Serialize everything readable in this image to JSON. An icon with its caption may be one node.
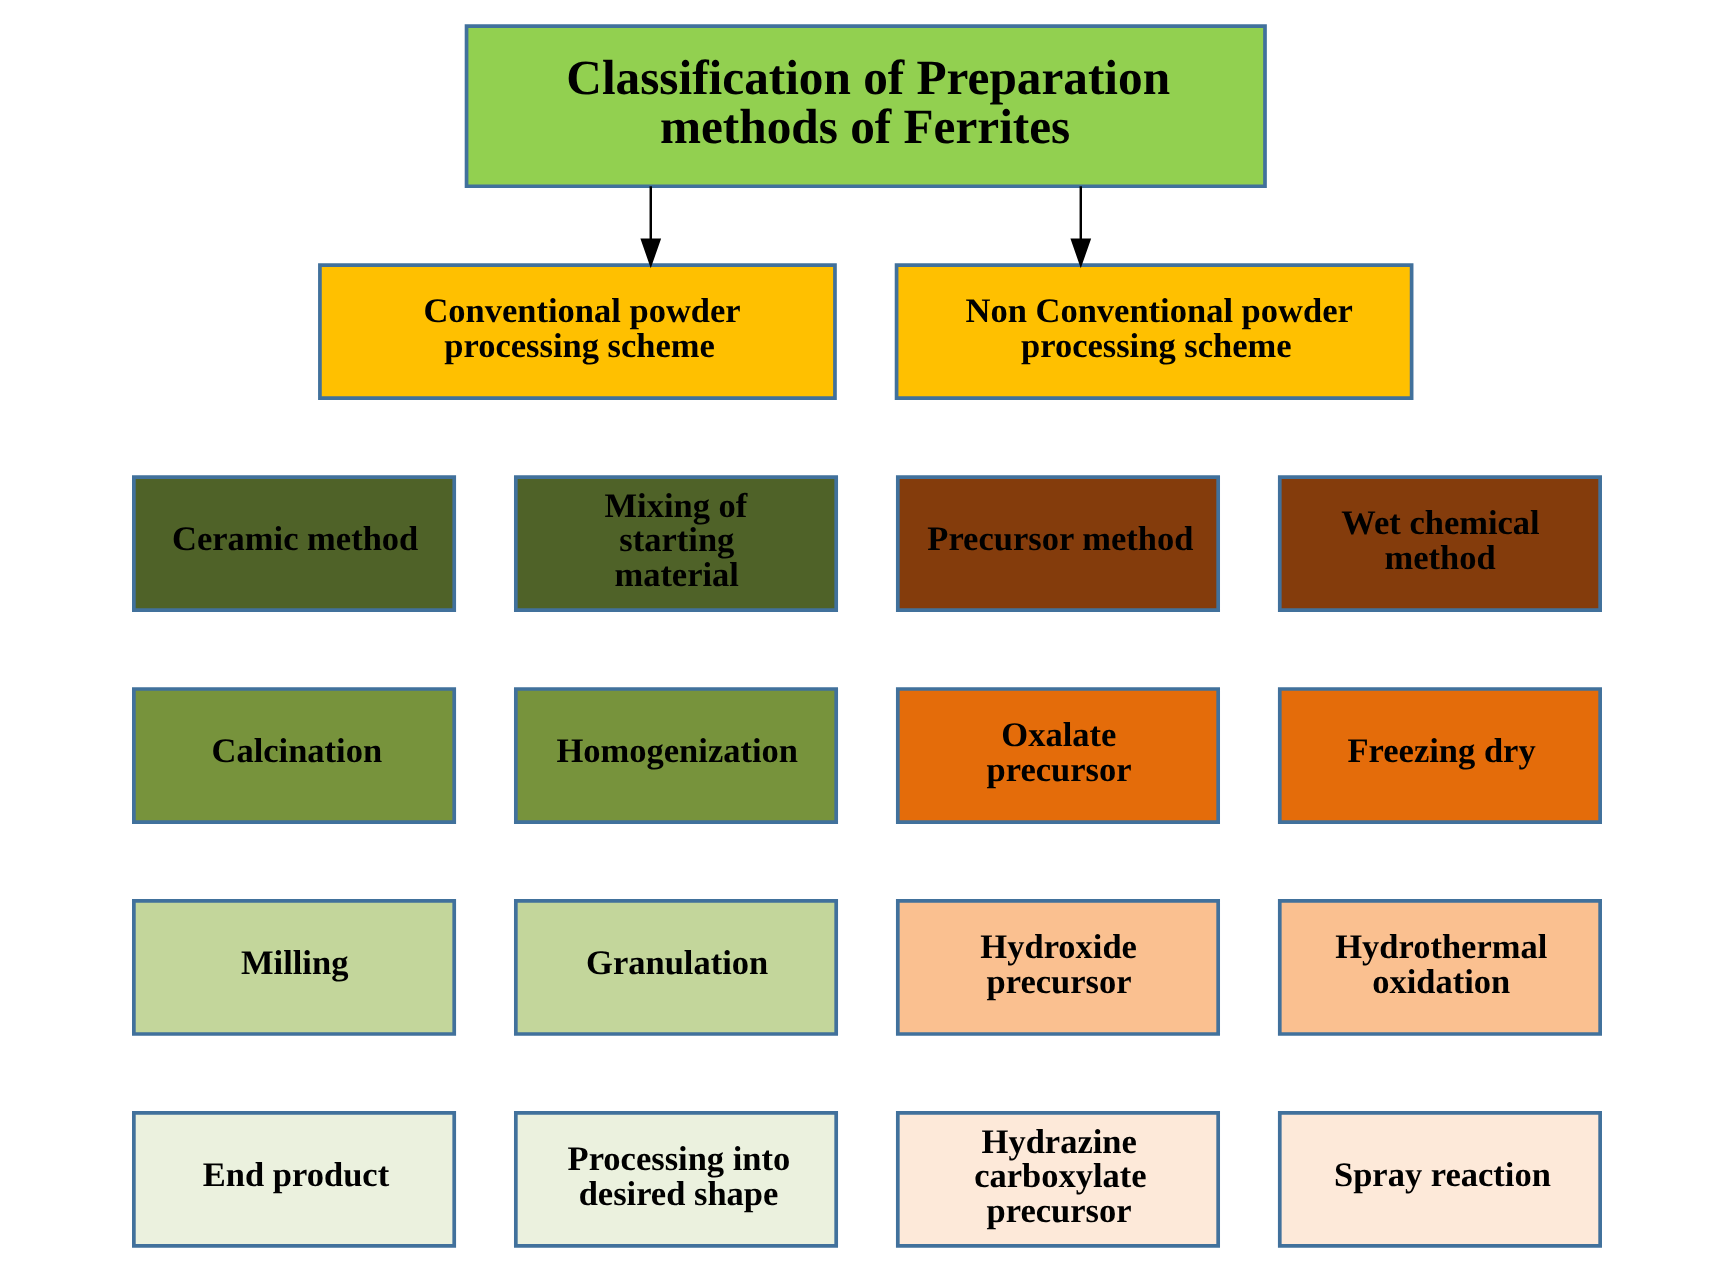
{
  "diagram": {
    "nodes": [
      {
        "text": [
          "Classification of Preparation methods of Ferrites"
        ]
      },
      {
        "text": [
          "Conventional powder processing scheme"
        ]
      },
      {
        "text": [
          "Non Conventional powder processing scheme"
        ]
      },
      {
        "text": [
          "Ceramic method"
        ]
      },
      {
        "text": [
          "Mixing of starting material"
        ]
      },
      {
        "text": [
          "Precursor method"
        ]
      },
      {
        "text": [
          "Wet chemical method"
        ]
      },
      {
        "text": [
          "Calcination"
        ]
      },
      {
        "text": [
          "Homogenization"
        ]
      },
      {
        "text": [
          "Oxalate precursor"
        ]
      },
      {
        "text": [
          "Freezing dry"
        ]
      },
      {
        "text": [
          "Milling"
        ]
      },
      {
        "text": [
          "Granulation"
        ]
      },
      {
        "text": [
          "Hydroxide precursor"
        ]
      },
      {
        "text": [
          "Hydrothermal oxidation"
        ]
      },
      {
        "text": [
          "End product"
        ]
      },
      {
        "text": [
          "Processing into desired shape"
        ]
      },
      {
        "text": [
          "Hydrazine carboxylate precursor"
        ]
      },
      {
        "text": [
          "Spray reaction"
        ]
      }
    ],
    "edges": [
      {
        "from": 0,
        "to": 1,
        "arrow": "to"
      },
      {
        "from": 0,
        "to": 2,
        "arrow": "to"
      }
    ]
  }
}
